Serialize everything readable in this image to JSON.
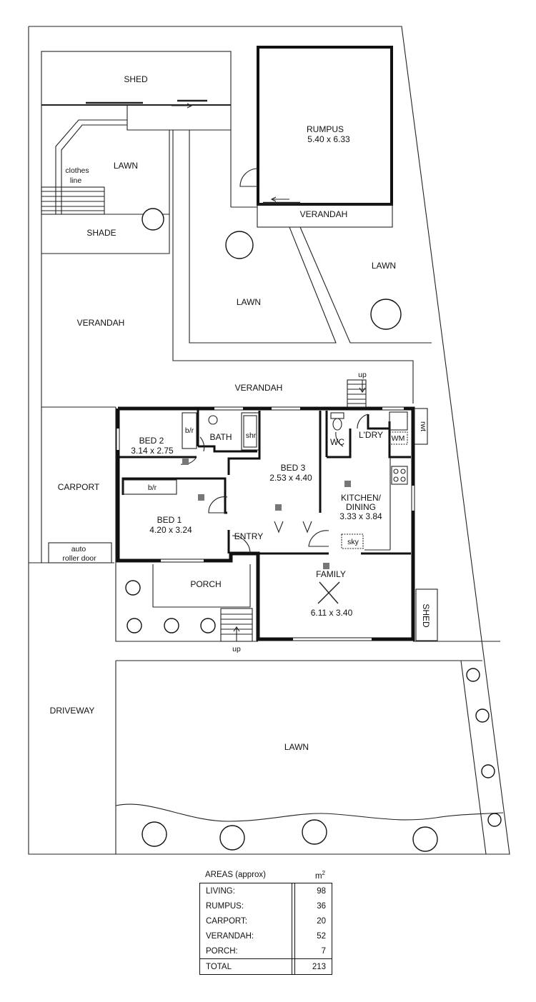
{
  "rooms": {
    "shed_top": "SHED",
    "lawn_left": "LAWN",
    "clothes_line_1": "clothes",
    "clothes_line_2": "line",
    "shade": "SHADE",
    "rumpus_name": "RUMPUS",
    "rumpus_size": "5.40 x 6.33",
    "verandah_rumpus": "VERANDAH",
    "lawn_middle": "LAWN",
    "lawn_right": "LAWN",
    "verandah_left": "VERANDAH",
    "verandah_center": "VERANDAH",
    "up_back": "up",
    "bed2_name": "BED 2",
    "bed2_size": "3.14 x 2.75",
    "bir_bed2": "b/r",
    "bath": "BATH",
    "shr": "shr",
    "bed3_name": "BED 3",
    "bed3_size": "2.53 x 4.40",
    "wc": "WC",
    "ldry": "L'DRY",
    "wm": "WM",
    "rwt": "rwt",
    "carport": "CARPORT",
    "bir_bed1": "b/r",
    "bed1_name": "BED 1",
    "bed1_size": "4.20 x 3.24",
    "kitchen_name_1": "KITCHEN/",
    "kitchen_name_2": "DINING",
    "kitchen_size": "3.33 x 3.84",
    "entry": "ENTRY",
    "sky": "sky",
    "roller_door_1": "auto",
    "roller_door_2": "roller door",
    "family_name": "FAMILY",
    "family_size": "6.11 x 3.40",
    "porch": "PORCH",
    "shed_side": "SHED",
    "up_front": "up",
    "driveway": "DRIVEWAY",
    "lawn_front": "LAWN"
  },
  "areas": {
    "header_label": "AREAS (approx)",
    "unit": "m",
    "unit_power": "2",
    "rows": [
      {
        "name": "LIVING:",
        "value": "98"
      },
      {
        "name": "RUMPUS:",
        "value": "36"
      },
      {
        "name": "CARPORT:",
        "value": "20"
      },
      {
        "name": "VERANDAH:",
        "value": "52"
      },
      {
        "name": "PORCH:",
        "value": "7"
      }
    ],
    "total_name": "TOTAL",
    "total_value": "213"
  }
}
